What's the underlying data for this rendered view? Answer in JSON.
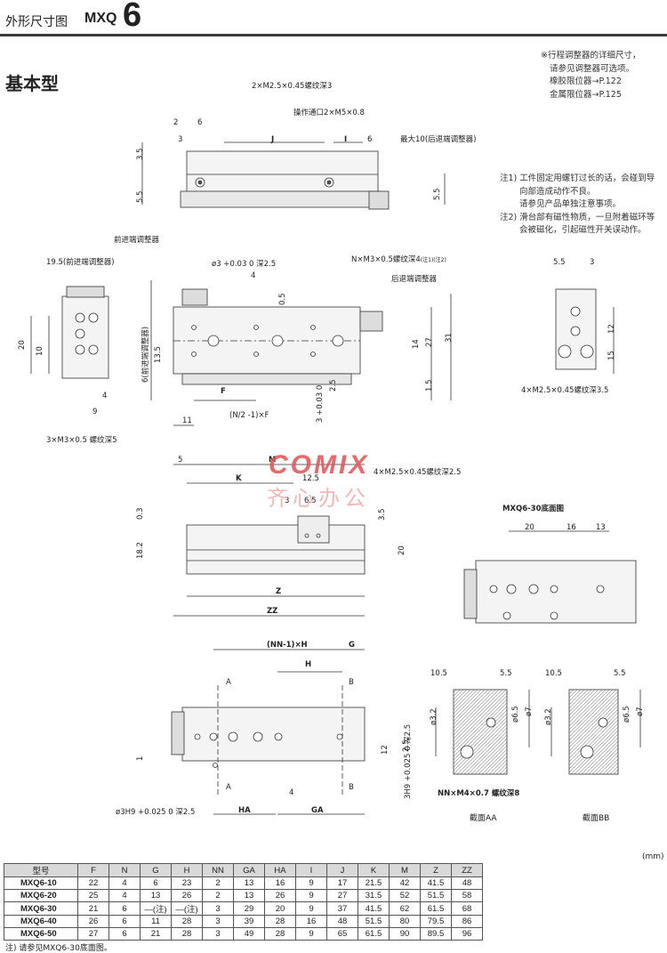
{
  "header": {
    "title": "外形尺寸图",
    "model": "MXQ",
    "size": "6"
  },
  "section_title": "基本型",
  "top_note": [
    "※行程调整器的详细尺寸，",
    "请参见调整器可选项。",
    "橡胶限位器→P.122",
    "金属限位器→P.125"
  ],
  "notes": [
    "注1) 工件固定用螺钉过长的话，会碰到导",
    "向部造成动作不良。",
    "请参见产品单独注意事项。",
    "注2) 滑台部有磁性物质，一旦附着磁环等",
    "会被磁化，引起磁性开关误动作。"
  ],
  "labels": {
    "tap_top": "2×M2.5×0.45螺纹深3",
    "port": "操作通口2×M5×0.8",
    "max10": "最大10(后退端调整器)",
    "fwd_adj": "前进端调整器",
    "fwd_adj_len": "19.5(前进端调整器)",
    "pin_hole": "ø3 +0.03 0 深2.5",
    "n_tap": "N×M3×0.5螺纹深4",
    "n_tap_note": "(注1)(注2)",
    "rev_adj": "后退端调整器",
    "fwd_adj_v": "6(前进端调整器)",
    "tap_3": "3×M3×0.5 螺纹深5",
    "tap_4": "4×M2.5×0.45螺纹深3.5",
    "tap_4b": "4×M2.5×0.45螺纹深2.5",
    "bottom_title": "MXQ6-30底面图",
    "nn_tap": "NN×M4×0.7 螺纹深8",
    "pin_3h9": "ø3H9 +0.025 0 深2.5",
    "pin_3h9_v": "3H9 +0.025 0 深2.5",
    "section_aa": "截面AA",
    "section_bb": "截面BB",
    "formula_n": "(N/2 -1)×F",
    "formula_nn": "(NN-1)×H"
  },
  "dims": {
    "d2": "2",
    "d6": "6",
    "d3": "3",
    "J": "J",
    "I": "I",
    "d6b": "6",
    "d35": "3.5",
    "d55": "5.5",
    "d55b": "5.5",
    "d4": "4",
    "d05": "0.5",
    "d20": "20",
    "d10": "10",
    "d4b": "4",
    "d9": "9",
    "d135": "13.5",
    "d14": "14",
    "d27": "27",
    "d31": "31",
    "d15": "1.5",
    "d3b": "3 +0.03 0",
    "d25": "2.5",
    "F": "F",
    "d11": "11",
    "d55c": "5.5",
    "d3c": "3",
    "d12": "12",
    "d15b": "15",
    "d5": "5",
    "M": "M",
    "K": "K",
    "d125": "12.5",
    "d3d": "3",
    "d65": "6.5",
    "d03": "0.3",
    "d182": "18.2",
    "d35b": "3.5",
    "d20b": "20",
    "Z": "Z",
    "ZZ": "ZZ",
    "b20": "20",
    "b16": "16",
    "b13": "13",
    "G": "G",
    "H": "H",
    "A": "A",
    "B": "B",
    "d1": "1",
    "d12b": "12",
    "d4c": "4",
    "HA": "HA",
    "GA": "GA",
    "d25b": "2.5",
    "s105": "10.5",
    "s55": "5.5",
    "s32": "ø3.2",
    "s65": "ø6.5",
    "s7": "ø7",
    "s105b": "10.5",
    "s55b": "5.5",
    "s32b": "ø3.2",
    "s65b": "ø6.5",
    "s7b": "ø7"
  },
  "table": {
    "unit": "(mm)",
    "headers": [
      "型号",
      "F",
      "N",
      "G",
      "H",
      "NN",
      "GA",
      "HA",
      "I",
      "J",
      "K",
      "M",
      "Z",
      "ZZ"
    ],
    "rows": [
      [
        "MXQ6-10",
        "22",
        "4",
        "6",
        "23",
        "2",
        "13",
        "16",
        "9",
        "17",
        "21.5",
        "42",
        "41.5",
        "48"
      ],
      [
        "MXQ6-20",
        "25",
        "4",
        "13",
        "26",
        "2",
        "13",
        "26",
        "9",
        "27",
        "31.5",
        "52",
        "51.5",
        "58"
      ],
      [
        "MXQ6-30",
        "21",
        "6",
        "—(注)",
        "—(注)",
        "3",
        "29",
        "20",
        "9",
        "37",
        "41.5",
        "62",
        "61.5",
        "68"
      ],
      [
        "MXQ6-40",
        "26",
        "6",
        "11",
        "28",
        "3",
        "39",
        "28",
        "16",
        "48",
        "51.5",
        "80",
        "79.5",
        "86"
      ],
      [
        "MXQ6-50",
        "27",
        "6",
        "21",
        "28",
        "3",
        "49",
        "28",
        "9",
        "65",
        "61.5",
        "90",
        "89.5",
        "96"
      ]
    ]
  },
  "footnote": "注) 请参见MXQ6-30底面图。",
  "watermark": {
    "brand": "COMIX",
    "text": "齐心办公"
  }
}
